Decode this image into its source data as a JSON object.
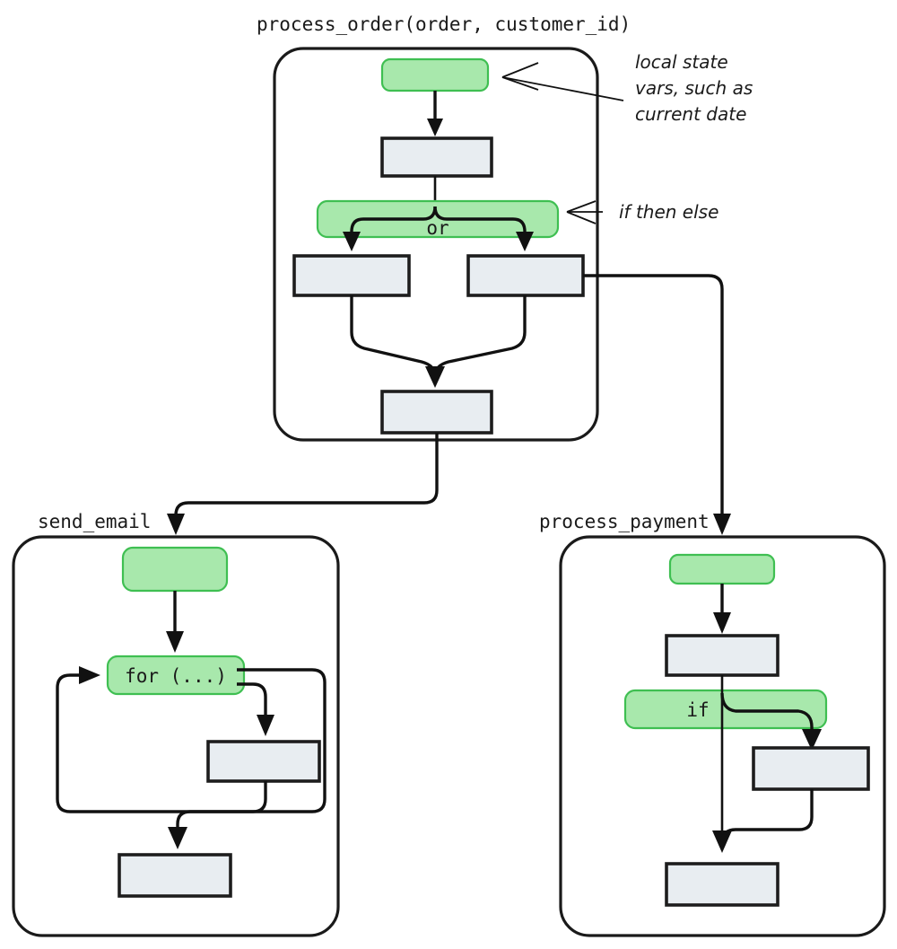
{
  "diagram": {
    "kind": "control-flow-diagram",
    "background": "#ffffff",
    "colors": {
      "green_fill": "#a8e8ac",
      "green_stroke": "#3fbf52",
      "box_fill": "#e8edf1",
      "box_stroke": "#1d1d1d",
      "line": "#111111",
      "panel_stroke": "#1a1a1a"
    },
    "panels": [
      {
        "id": "process-order",
        "title": "process_order(order, customer_id)",
        "nodes": [
          {
            "id": "po-state",
            "type": "green",
            "label": ""
          },
          {
            "id": "po-stmt-1",
            "type": "box",
            "label": ""
          },
          {
            "id": "po-branch",
            "type": "green",
            "label": "or"
          },
          {
            "id": "po-then",
            "type": "box",
            "label": ""
          },
          {
            "id": "po-else",
            "type": "box",
            "label": ""
          },
          {
            "id": "po-join",
            "type": "box",
            "label": ""
          }
        ]
      },
      {
        "id": "send-email",
        "title": "send_email",
        "nodes": [
          {
            "id": "se-state",
            "type": "green",
            "label": ""
          },
          {
            "id": "se-loop",
            "type": "green",
            "label": "for (...)"
          },
          {
            "id": "se-body",
            "type": "box",
            "label": ""
          },
          {
            "id": "se-after",
            "type": "box",
            "label": ""
          }
        ]
      },
      {
        "id": "process-payment",
        "title": "process_payment",
        "nodes": [
          {
            "id": "pp-state",
            "type": "green",
            "label": ""
          },
          {
            "id": "pp-stmt-1",
            "type": "box",
            "label": ""
          },
          {
            "id": "pp-cond",
            "type": "green",
            "label": "if"
          },
          {
            "id": "pp-then",
            "type": "box",
            "label": ""
          },
          {
            "id": "pp-after",
            "type": "box",
            "label": ""
          }
        ]
      }
    ],
    "annotations": [
      {
        "id": "annot-local-state",
        "lines": [
          "local state",
          "vars, such as",
          "current date"
        ],
        "target": "po-state"
      },
      {
        "id": "annot-if-then-else",
        "lines": [
          "if then else"
        ],
        "target": "po-branch"
      }
    ]
  }
}
